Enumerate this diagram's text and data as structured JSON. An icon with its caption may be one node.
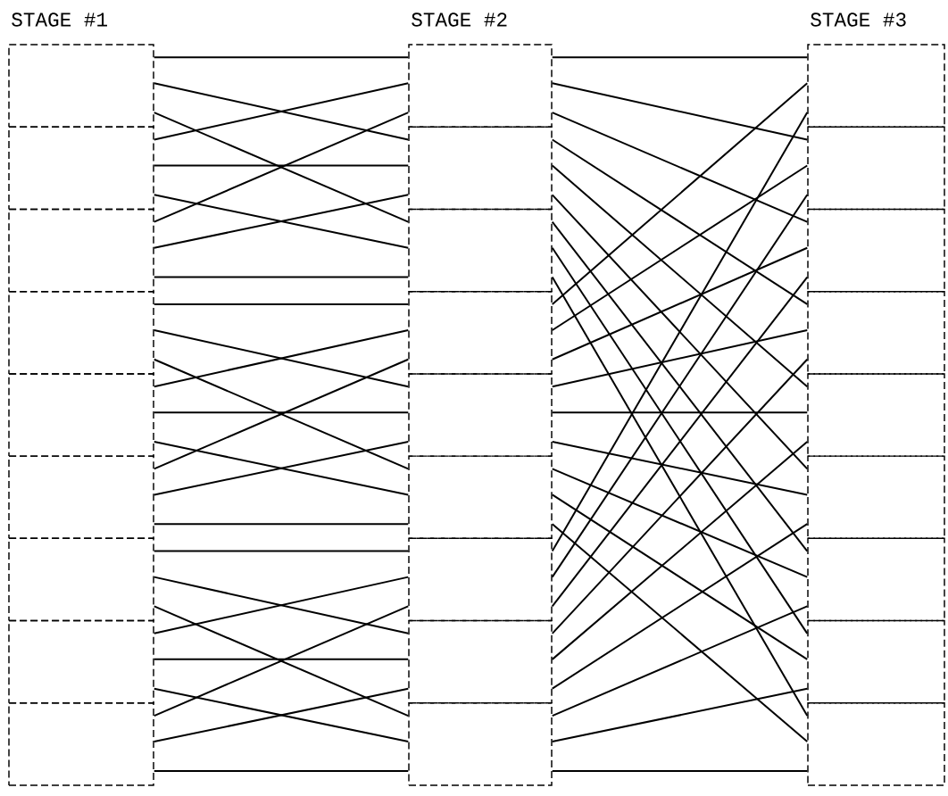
{
  "diagram": {
    "nodes": [
      {
        "text": [],
        "shape": "box"
      },
      {
        "text": [],
        "shape": "box"
      },
      {
        "text": [],
        "shape": "box"
      },
      {
        "text": [],
        "shape": "box"
      },
      {
        "text": [],
        "shape": "box"
      },
      {
        "text": [],
        "shape": "box"
      },
      {
        "text": [],
        "shape": "box"
      },
      {
        "text": [],
        "shape": "box"
      },
      {
        "text": [],
        "shape": "box"
      },
      {
        "text": [],
        "shape": "box"
      },
      {
        "text": [],
        "shape": "box"
      },
      {
        "text": [],
        "shape": "box"
      },
      {
        "text": [],
        "shape": "box"
      },
      {
        "text": [],
        "shape": "box"
      },
      {
        "text": [],
        "shape": "box"
      },
      {
        "text": [],
        "shape": "box"
      },
      {
        "text": [],
        "shape": "box"
      },
      {
        "text": [],
        "shape": "box"
      },
      {
        "text": [],
        "shape": "box"
      },
      {
        "text": [],
        "shape": "box"
      },
      {
        "text": [],
        "shape": "box"
      },
      {
        "text": [],
        "shape": "box"
      },
      {
        "text": [],
        "shape": "box"
      },
      {
        "text": [],
        "shape": "box"
      },
      {
        "text": [],
        "shape": "box"
      },
      {
        "text": [],
        "shape": "box"
      },
      {
        "text": [],
        "shape": "box"
      }
    ],
    "edges": [
      {
        "from": 0,
        "to": 9,
        "arrow": "none"
      },
      {
        "from": 0,
        "to": 10,
        "arrow": "none"
      },
      {
        "from": 0,
        "to": 11,
        "arrow": "none"
      },
      {
        "from": 1,
        "to": 9,
        "arrow": "none"
      },
      {
        "from": 1,
        "to": 10,
        "arrow": "none"
      },
      {
        "from": 1,
        "to": 11,
        "arrow": "none"
      },
      {
        "from": 2,
        "to": 9,
        "arrow": "none"
      },
      {
        "from": 2,
        "to": 10,
        "arrow": "none"
      },
      {
        "from": 2,
        "to": 11,
        "arrow": "none"
      },
      {
        "from": 3,
        "to": 12,
        "arrow": "none"
      },
      {
        "from": 3,
        "to": 13,
        "arrow": "none"
      },
      {
        "from": 3,
        "to": 14,
        "arrow": "none"
      },
      {
        "from": 4,
        "to": 12,
        "arrow": "none"
      },
      {
        "from": 4,
        "to": 13,
        "arrow": "none"
      },
      {
        "from": 4,
        "to": 14,
        "arrow": "none"
      },
      {
        "from": 5,
        "to": 12,
        "arrow": "none"
      },
      {
        "from": 5,
        "to": 13,
        "arrow": "none"
      },
      {
        "from": 5,
        "to": 14,
        "arrow": "none"
      },
      {
        "from": 6,
        "to": 15,
        "arrow": "none"
      },
      {
        "from": 6,
        "to": 16,
        "arrow": "none"
      },
      {
        "from": 6,
        "to": 17,
        "arrow": "none"
      },
      {
        "from": 7,
        "to": 15,
        "arrow": "none"
      },
      {
        "from": 7,
        "to": 16,
        "arrow": "none"
      },
      {
        "from": 7,
        "to": 17,
        "arrow": "none"
      },
      {
        "from": 8,
        "to": 15,
        "arrow": "none"
      },
      {
        "from": 8,
        "to": 16,
        "arrow": "none"
      },
      {
        "from": 8,
        "to": 17,
        "arrow": "none"
      },
      {
        "from": 9,
        "to": 18,
        "arrow": "none"
      },
      {
        "from": 9,
        "to": 19,
        "arrow": "none"
      },
      {
        "from": 9,
        "to": 20,
        "arrow": "none"
      },
      {
        "from": 10,
        "to": 21,
        "arrow": "none"
      },
      {
        "from": 10,
        "to": 22,
        "arrow": "none"
      },
      {
        "from": 10,
        "to": 23,
        "arrow": "none"
      },
      {
        "from": 11,
        "to": 24,
        "arrow": "none"
      },
      {
        "from": 11,
        "to": 25,
        "arrow": "none"
      },
      {
        "from": 11,
        "to": 26,
        "arrow": "none"
      },
      {
        "from": 12,
        "to": 18,
        "arrow": "none"
      },
      {
        "from": 12,
        "to": 19,
        "arrow": "none"
      },
      {
        "from": 12,
        "to": 20,
        "arrow": "none"
      },
      {
        "from": 13,
        "to": 21,
        "arrow": "none"
      },
      {
        "from": 13,
        "to": 22,
        "arrow": "none"
      },
      {
        "from": 13,
        "to": 23,
        "arrow": "none"
      },
      {
        "from": 14,
        "to": 24,
        "arrow": "none"
      },
      {
        "from": 14,
        "to": 25,
        "arrow": "none"
      },
      {
        "from": 14,
        "to": 26,
        "arrow": "none"
      },
      {
        "from": 15,
        "to": 18,
        "arrow": "none"
      },
      {
        "from": 15,
        "to": 19,
        "arrow": "none"
      },
      {
        "from": 15,
        "to": 20,
        "arrow": "none"
      },
      {
        "from": 16,
        "to": 21,
        "arrow": "none"
      },
      {
        "from": 16,
        "to": 22,
        "arrow": "none"
      },
      {
        "from": 16,
        "to": 23,
        "arrow": "none"
      },
      {
        "from": 17,
        "to": 24,
        "arrow": "none"
      },
      {
        "from": 17,
        "to": 25,
        "arrow": "none"
      },
      {
        "from": 17,
        "to": 26,
        "arrow": "none"
      }
    ],
    "labels": [
      "STAGE #1",
      "STAGE #2",
      "STAGE #3"
    ]
  }
}
